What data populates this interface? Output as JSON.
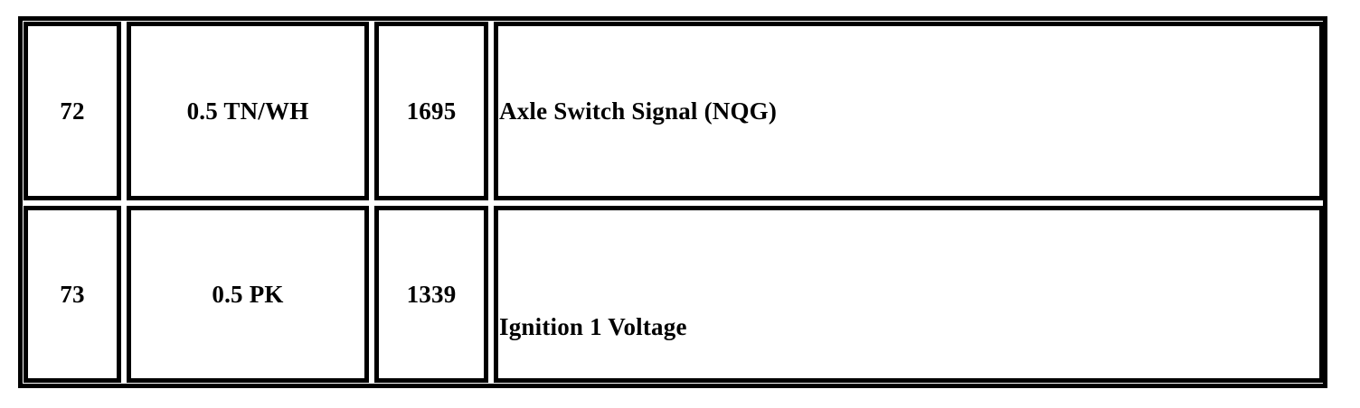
{
  "document": {
    "type": "wiring-connector-pinout-table",
    "background_color": "#ffffff",
    "text_color": "#000000",
    "border_color": "#000000"
  },
  "table": {
    "column_count": 4,
    "row_count": 2,
    "columns": [
      {
        "key": "pin",
        "align": "center"
      },
      {
        "key": "wire",
        "align": "center"
      },
      {
        "key": "circuit",
        "align": "center"
      },
      {
        "key": "description",
        "align": "left"
      }
    ],
    "rows": [
      {
        "pin": "72",
        "wire": "0.5 TN/WH",
        "circuit": "1695",
        "description": "Axle Switch Signal (NQG)",
        "description_valign": "middle"
      },
      {
        "pin": "73",
        "wire": "0.5 PK",
        "circuit": "1339",
        "description": "Ignition 1 Voltage",
        "description_valign": "lower"
      }
    ]
  }
}
